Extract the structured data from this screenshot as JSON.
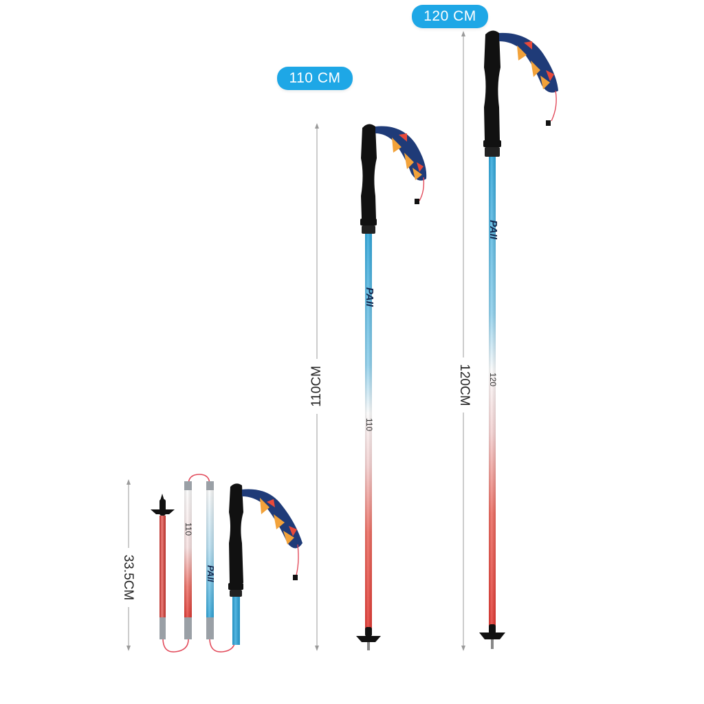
{
  "badges": {
    "length_110": "110 CM",
    "length_120": "120 CM"
  },
  "dimensions": {
    "length_110": "110CM",
    "length_120": "120CM",
    "folded": "33.5CM"
  },
  "pole_prints": {
    "brand": "PAII",
    "size_110": "110",
    "size_120": "120"
  },
  "colors": {
    "badge": "#1ea7e6",
    "shaft_blue": "#2ba6dc",
    "shaft_red": "#e8413a",
    "grip": "#111111",
    "strap_navy": "#1f3b78",
    "strap_orange": "#f2a23a"
  }
}
